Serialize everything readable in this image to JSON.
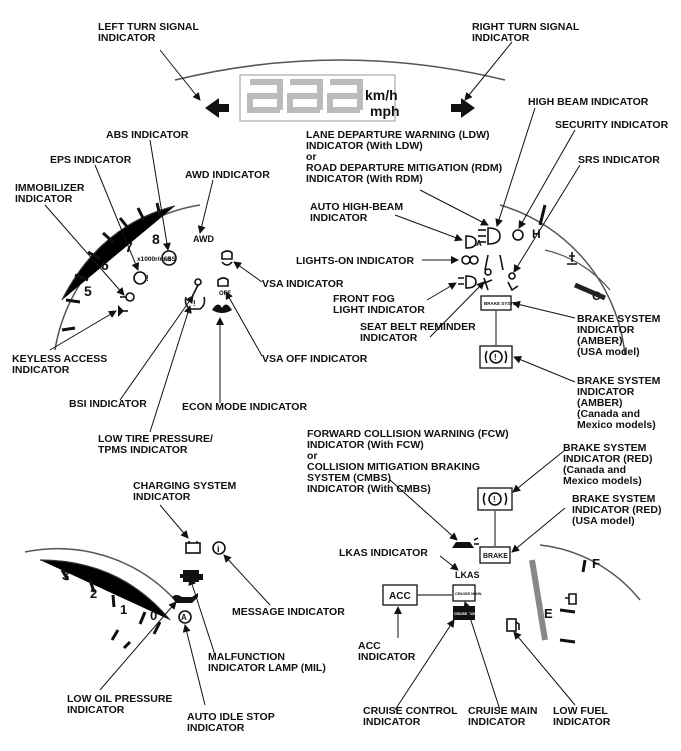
{
  "speed_units": {
    "kmh": "km/h",
    "mph": "mph"
  },
  "tach": {
    "scale_label": "x1000r/min",
    "numbers": [
      "5",
      "6",
      "7",
      "8"
    ]
  },
  "temp_gauge": {
    "h": "H",
    "c": "C"
  },
  "lower_tach_numbers": [
    "3",
    "2",
    "1",
    "0"
  ],
  "fuel_gauge": {
    "f": "F",
    "e": "E"
  },
  "icon_text": {
    "awd": "AWD",
    "abs": "ABS",
    "brake_system_box": "BRAKE SYSTEM",
    "brake": "BRAKE",
    "acc": "ACC",
    "lkas": "LKAS",
    "cruise_main": "CRUISE MAIN",
    "cruise_control": "CRUISE CONTROL"
  },
  "labels": {
    "left_turn": [
      "LEFT TURN SIGNAL",
      "INDICATOR"
    ],
    "right_turn": [
      "RIGHT TURN SIGNAL",
      "INDICATOR"
    ],
    "high_beam": [
      "HIGH BEAM INDICATOR"
    ],
    "security": [
      "SECURITY INDICATOR"
    ],
    "ldw": [
      "LANE DEPARTURE WARNING (LDW)",
      "INDICATOR (With LDW)",
      "or",
      "ROAD DEPARTURE MITIGATION (RDM)",
      "INDICATOR (With RDM)"
    ],
    "srs": [
      "SRS INDICATOR"
    ],
    "abs": [
      "ABS INDICATOR"
    ],
    "eps": [
      "EPS INDICATOR"
    ],
    "awd": [
      "AWD INDICATOR"
    ],
    "immobilizer": [
      "IMMOBILIZER",
      "INDICATOR"
    ],
    "auto_high_beam": [
      "AUTO HIGH-BEAM",
      "INDICATOR"
    ],
    "lights_on": [
      "LIGHTS-ON INDICATOR"
    ],
    "vsa": [
      "VSA INDICATOR"
    ],
    "front_fog": [
      "FRONT FOG",
      "LIGHT INDICATOR"
    ],
    "seat_belt": [
      "SEAT BELT REMINDER",
      "INDICATOR"
    ],
    "keyless": [
      "KEYLESS ACCESS",
      "INDICATOR"
    ],
    "vsa_off": [
      "VSA OFF INDICATOR"
    ],
    "brake_amber_usa": [
      "BRAKE SYSTEM",
      "INDICATOR",
      "(AMBER)",
      "(USA model)"
    ],
    "bsi": [
      "BSI INDICATOR"
    ],
    "econ": [
      "ECON MODE INDICATOR"
    ],
    "brake_amber_can": [
      "BRAKE SYSTEM",
      "INDICATOR",
      "(AMBER)",
      "(Canada and",
      "Mexico models)"
    ],
    "low_tire": [
      "LOW TIRE PRESSURE/",
      "TPMS INDICATOR"
    ],
    "fcw": [
      "FORWARD COLLISION WARNING (FCW)",
      "INDICATOR (With FCW)",
      "or",
      "COLLISION MITIGATION BRAKING",
      "SYSTEM (CMBS)",
      "INDICATOR (With CMBS)"
    ],
    "brake_red_can": [
      "BRAKE SYSTEM",
      "INDICATOR (RED)",
      "(Canada and",
      "Mexico models)"
    ],
    "charging": [
      "CHARGING SYSTEM",
      "INDICATOR"
    ],
    "brake_red_usa": [
      "BRAKE SYSTEM",
      "INDICATOR (RED)",
      "(USA model)"
    ],
    "lkas": [
      "LKAS INDICATOR"
    ],
    "message": [
      "MESSAGE INDICATOR"
    ],
    "mil": [
      "MALFUNCTION",
      "INDICATOR LAMP (MIL)"
    ],
    "acc": [
      "ACC",
      "INDICATOR"
    ],
    "low_oil": [
      "LOW OIL PRESSURE",
      "INDICATOR"
    ],
    "auto_idle": [
      "AUTO IDLE STOP",
      "INDICATOR"
    ],
    "cruise_control": [
      "CRUISE CONTROL",
      "INDICATOR"
    ],
    "cruise_main": [
      "CRUISE MAIN",
      "INDICATOR"
    ],
    "low_fuel": [
      "LOW FUEL",
      "INDICATOR"
    ]
  }
}
